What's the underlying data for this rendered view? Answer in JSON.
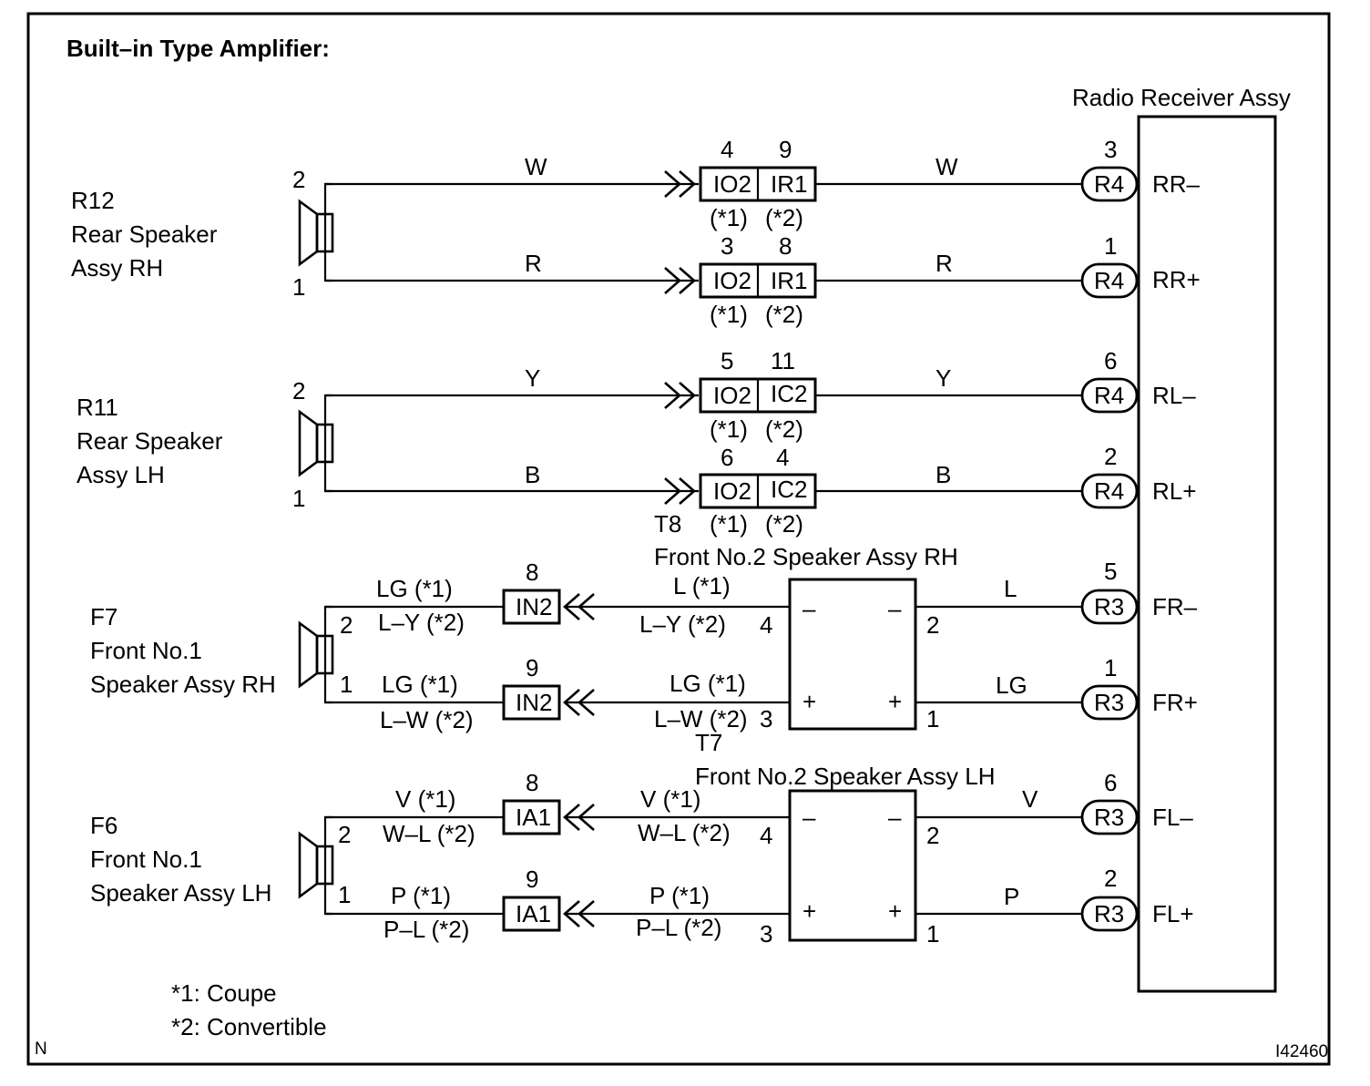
{
  "title": "Built–in Type Amplifier:",
  "receiver": {
    "label": "Radio Receiver Assy",
    "terminals": [
      {
        "name": "RR–",
        "pin": "3",
        "connector": "R4"
      },
      {
        "name": "RR+",
        "pin": "1",
        "connector": "R4"
      },
      {
        "name": "RL–",
        "pin": "6",
        "connector": "R4"
      },
      {
        "name": "RL+",
        "pin": "2",
        "connector": "R4"
      },
      {
        "name": "FR–",
        "pin": "5",
        "connector": "R3"
      },
      {
        "name": "FR+",
        "pin": "1",
        "connector": "R3"
      },
      {
        "name": "FL–",
        "pin": "6",
        "connector": "R3"
      },
      {
        "name": "FL+",
        "pin": "2",
        "connector": "R3"
      }
    ]
  },
  "rear_speakers": [
    {
      "id": "R12",
      "line1": "Rear Speaker",
      "line2": "Assy RH",
      "pins": [
        "2",
        "1"
      ],
      "wires": [
        {
          "color_left": "W",
          "conn1": "IO2",
          "pin1": "4",
          "note1": "(*1)",
          "conn2": "IR1",
          "pin2": "9",
          "note2": "(*2)",
          "color_right": "W"
        },
        {
          "color_left": "R",
          "conn1": "IO2",
          "pin1": "3",
          "note1": "(*1)",
          "conn2": "IR1",
          "pin2": "8",
          "note2": "(*2)",
          "color_right": "R"
        }
      ]
    },
    {
      "id": "R11",
      "line1": "Rear Speaker",
      "line2": "Assy LH",
      "pins": [
        "2",
        "1"
      ],
      "wires": [
        {
          "color_left": "Y",
          "conn1": "IO2",
          "pin1": "5",
          "note1": "(*1)",
          "conn2": "IC2",
          "pin2": "11",
          "note2": "(*2)",
          "color_right": "Y"
        },
        {
          "color_left": "B",
          "conn1": "IO2",
          "pin1": "6",
          "note1": "(*1)",
          "conn2": "IC2",
          "pin2": "4",
          "note2": "(*2)",
          "color_right": "B"
        }
      ]
    }
  ],
  "junction_T8": "T8",
  "junction_T7": "T7",
  "front_speakers": [
    {
      "id": "F7",
      "line1": "Front No.1",
      "line2": "Speaker Assy RH",
      "pins": [
        "2",
        "1"
      ],
      "tweeter": "Front No.2 Speaker Assy RH",
      "tweeter_pins_left": [
        "4",
        "3"
      ],
      "tweeter_pins_right": [
        "2",
        "1"
      ],
      "tweeter_signs": [
        "–",
        "–",
        "+",
        "+"
      ],
      "wires": [
        {
          "left_a": "LG (*1)",
          "left_b": "L–Y  (*2)",
          "conn": "IN2",
          "conn_pin": "8",
          "mid_a": "L (*1)",
          "mid_b": "L–Y  (*2)",
          "right": "L"
        },
        {
          "left_a": "LG (*1)",
          "left_b": "L–W (*2)",
          "conn": "IN2",
          "conn_pin": "9",
          "mid_a": "LG (*1)",
          "mid_b": "L–W (*2)",
          "right": "LG"
        }
      ]
    },
    {
      "id": "F6",
      "line1": "Front No.1",
      "line2": "Speaker Assy LH",
      "pins": [
        "2",
        "1"
      ],
      "tweeter": "Front No.2 Speaker Assy LH",
      "tweeter_pins_left": [
        "4",
        "3"
      ],
      "tweeter_pins_right": [
        "2",
        "1"
      ],
      "tweeter_signs": [
        "–",
        "–",
        "+",
        "+"
      ],
      "wires": [
        {
          "left_a": "V (*1)",
          "left_b": "W–L (*2)",
          "conn": "IA1",
          "conn_pin": "8",
          "mid_a": "V (*1)",
          "mid_b": "W–L (*2)",
          "right": "V"
        },
        {
          "left_a": "P (*1)",
          "left_b": "P–L  (*2)",
          "conn": "IA1",
          "conn_pin": "9",
          "mid_a": "P (*1)",
          "mid_b": "P–L  (*2)",
          "right": "P"
        }
      ]
    }
  ],
  "notes": [
    "*1: Coupe",
    "*2: Convertible"
  ],
  "corner_left": "N",
  "corner_right": "I42460"
}
